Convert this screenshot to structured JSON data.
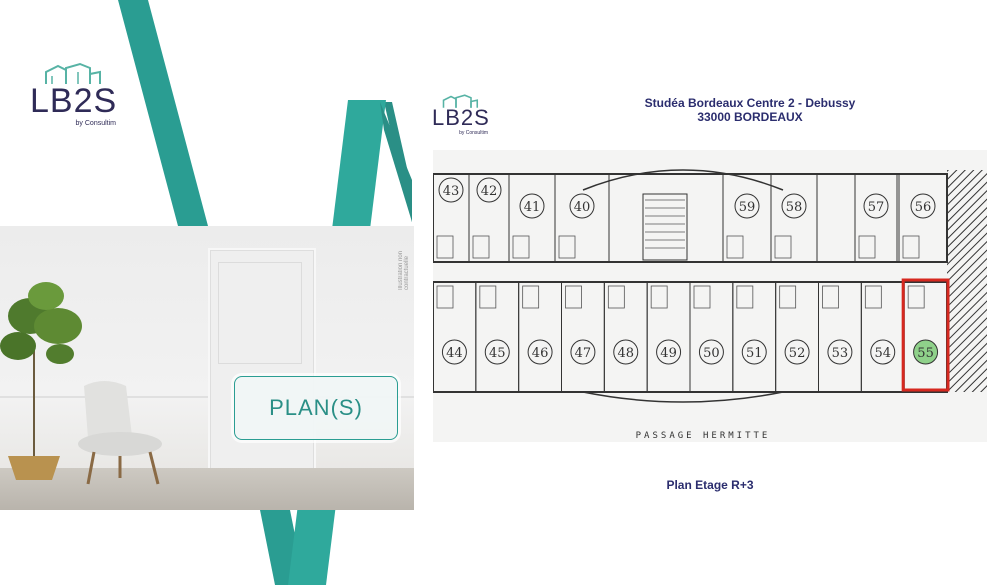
{
  "logo": {
    "name": "LB2S",
    "by": "by Consultim"
  },
  "photo": {
    "credit": "Illustration non contractuelle"
  },
  "badge": {
    "label": "PLAN(S)"
  },
  "header": {
    "line1": "Studéa Bordeaux Centre 2 - Debussy",
    "line2": "33000 BORDEAUX"
  },
  "plan": {
    "street": "PASSAGE HERMITTE",
    "highlight_unit": "55",
    "highlight_color": "#d6281f",
    "top_units": [
      "43",
      "42",
      "41",
      "40",
      "59",
      "58",
      "57",
      "56"
    ],
    "bottom_units": [
      "44",
      "45",
      "46",
      "47",
      "48",
      "49",
      "50",
      "51",
      "52",
      "53",
      "54",
      "55"
    ]
  },
  "caption": "Plan Etage R+3",
  "colors": {
    "teal": "#2a9d92",
    "navy": "#2b2d6e",
    "logo": "#2f2b57"
  }
}
